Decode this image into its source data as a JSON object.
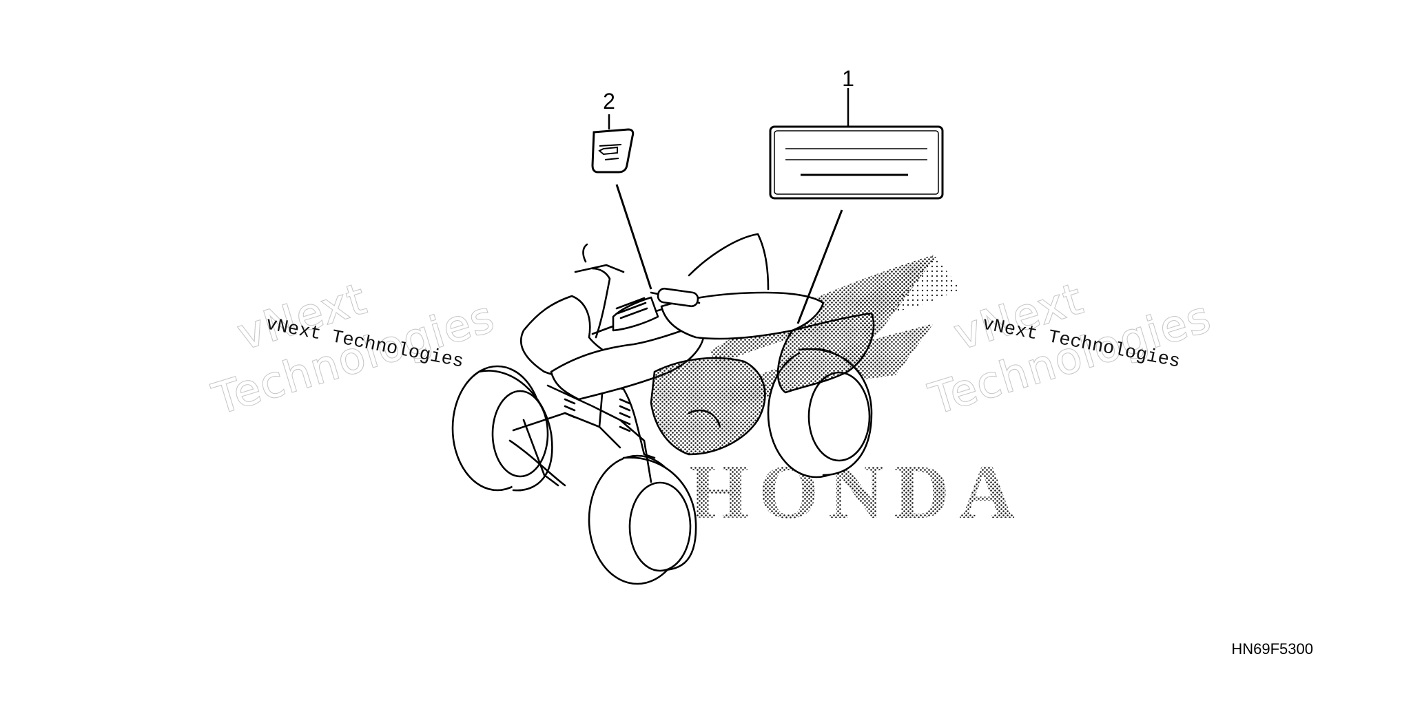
{
  "callouts": {
    "part_1": "1",
    "part_2": "2"
  },
  "diagram_code": "HN69F5300",
  "brand_mark": "HONDA",
  "watermarks": {
    "left": {
      "brand_top": "vNext",
      "caption": "vNext Technologies",
      "brand_bottom": "Technologies"
    },
    "right": {
      "brand_top": "vNext",
      "caption": "vNext Technologies",
      "brand_bottom": "Technologies"
    }
  },
  "colors": {
    "line": "#000000",
    "watermark_outline": "#c8c8c8",
    "dot_pattern": "#1a1a1a",
    "background": "#ffffff"
  },
  "icons": {
    "label_2_symbol": "left-arrow-icon"
  }
}
